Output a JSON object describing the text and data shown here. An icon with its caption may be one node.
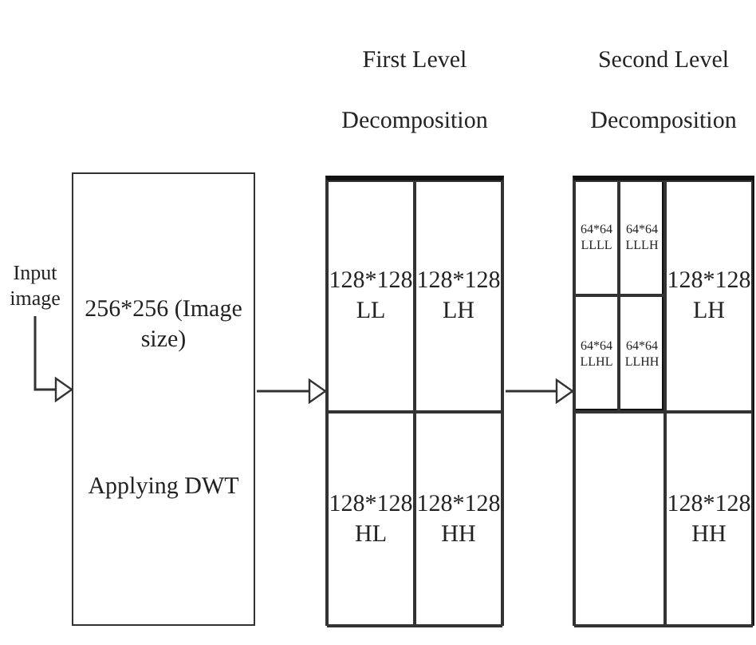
{
  "diagram": {
    "nodes": [
      {
        "text": [
          "Input image"
        ]
      },
      {
        "text": [
          "256*256 (Image size)",
          "Applying DWT"
        ]
      },
      {
        "text": [
          "First Level Decomposition"
        ]
      },
      {
        "text": [
          "128*128 LL"
        ],
        "in": 2
      },
      {
        "text": [
          "128*128 LH"
        ],
        "in": 2
      },
      {
        "text": [
          "128*128 HL"
        ],
        "in": 2
      },
      {
        "text": [
          "128*128 HH"
        ],
        "in": 2
      },
      {
        "text": [
          "Second Level Decomposition"
        ]
      },
      {
        "text": [],
        "shape": "box",
        "in": 7
      },
      {
        "text": [
          "64*64 LLLL"
        ],
        "in": 8
      },
      {
        "text": [
          "64*64 LLLH"
        ],
        "in": 8
      },
      {
        "text": [
          "64*64 LLHL"
        ],
        "in": 8
      },
      {
        "text": [
          "64*64 LLHH"
        ],
        "in": 8
      },
      {
        "text": [
          "128*128 LH"
        ],
        "in": 7
      },
      {
        "text": [],
        "shape": "box",
        "in": 7
      },
      {
        "text": [
          "128*128 HH"
        ],
        "in": 7
      }
    ],
    "edges": [
      {
        "from": 0,
        "to": 1,
        "arrow": "to"
      },
      {
        "from": 1,
        "to": 2,
        "arrow": "to"
      },
      {
        "from": 2,
        "to": 7,
        "arrow": "to"
      }
    ]
  }
}
